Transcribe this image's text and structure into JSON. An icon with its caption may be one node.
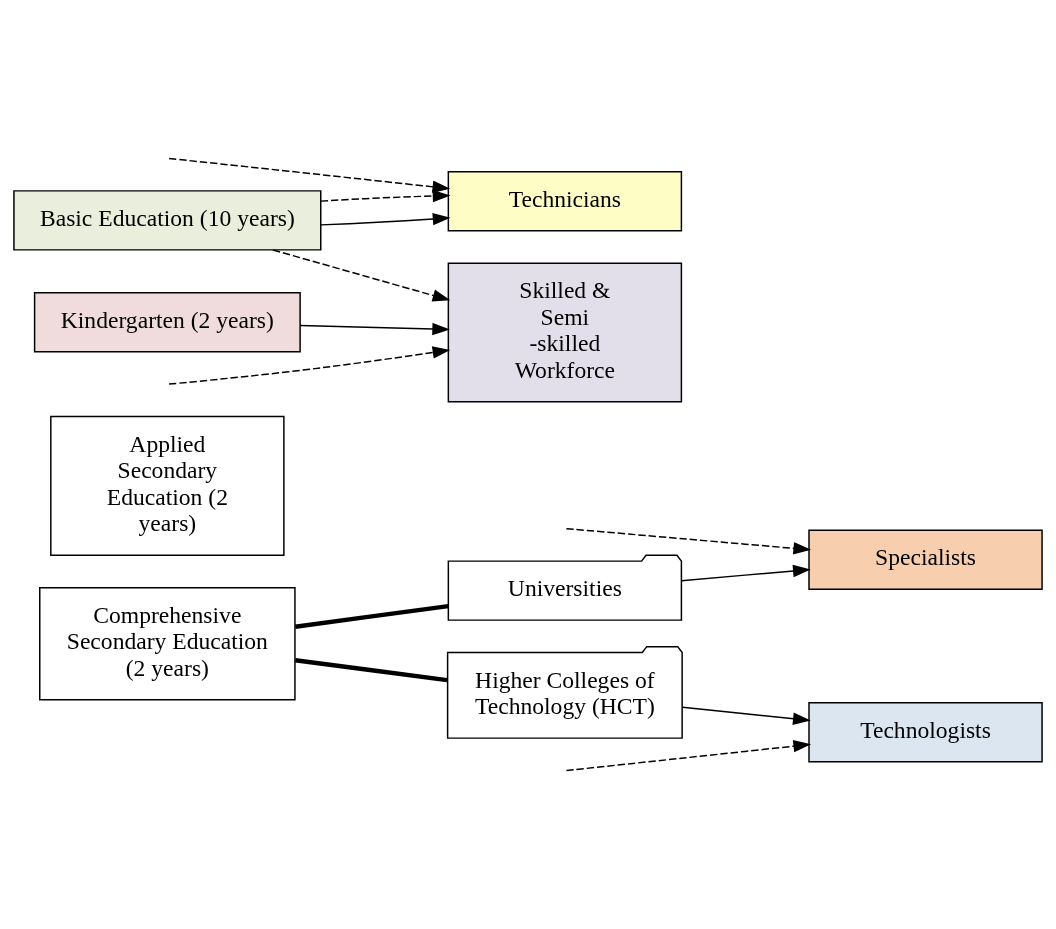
{
  "diagram": {
    "nodes": [
      {
        "text": [
          "Universities"
        ]
      },
      {
        "text": [
          "Higher Colleges of Technology (HCT)"
        ]
      },
      {
        "text": [
          "Comprehensive Secondary Education (2 years)"
        ]
      },
      {
        "text": [
          "Applied Secondary Education (2 years)"
        ]
      },
      {
        "text": [
          "Basic Education (10 years)"
        ]
      },
      {
        "text": [
          "Kindergarten (2 years)"
        ]
      },
      {
        "text": [
          "Specialists"
        ]
      },
      {
        "text": [
          "Technologists"
        ]
      },
      {
        "text": [
          "Technicians"
        ]
      },
      {
        "text": [
          "Skilled & Semi -skilled Workforce"
        ]
      }
    ],
    "edges": [
      {
        "from": 0,
        "to": 6,
        "arrow": "to"
      },
      {
        "from": null,
        "to": 6,
        "arrow": "to",
        "style": "dashed"
      },
      {
        "from": 1,
        "to": 7,
        "arrow": "to"
      },
      {
        "from": null,
        "to": 7,
        "arrow": "to",
        "style": "dashed"
      },
      {
        "from": null,
        "to": 8,
        "arrow": "to",
        "style": "dashed"
      },
      {
        "from": 2,
        "to": 0,
        "arrow": "none",
        "style": "thick"
      },
      {
        "from": 2,
        "to": 1,
        "arrow": "none",
        "style": "thick"
      },
      {
        "from": 4,
        "to": 8,
        "arrow": "to"
      },
      {
        "from": 4,
        "to": 8,
        "arrow": "to",
        "style": "dashed"
      },
      {
        "from": 4,
        "to": 9,
        "arrow": "to",
        "style": "dashed"
      },
      {
        "from": 5,
        "to": 9,
        "arrow": "to"
      },
      {
        "from": null,
        "to": 9,
        "arrow": "to",
        "style": "dashed"
      }
    ]
  }
}
